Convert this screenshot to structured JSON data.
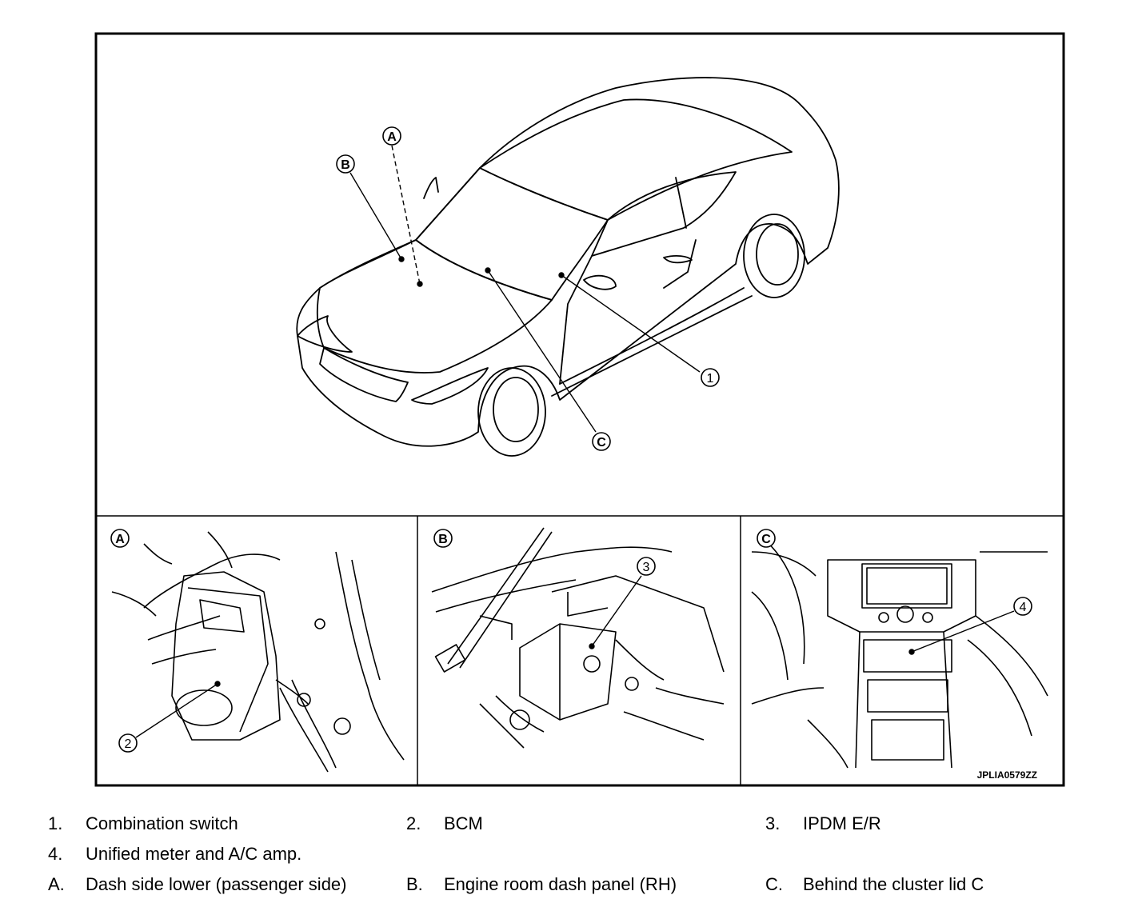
{
  "figure": {
    "callouts": {
      "main_A": "A",
      "main_B": "B",
      "main_C": "C",
      "main_1": "1",
      "panel_A_label": "A",
      "panel_B_label": "B",
      "panel_C_label": "C",
      "panel_A_part": "2",
      "panel_B_part": "3",
      "panel_C_part": "4"
    },
    "figure_code": "JPLIA0579ZZ"
  },
  "legend": {
    "items": [
      {
        "key": "1.",
        "text": "Combination switch"
      },
      {
        "key": "2.",
        "text": "BCM"
      },
      {
        "key": "3.",
        "text": "IPDM E/R"
      },
      {
        "key": "4.",
        "text": "Unified meter and A/C amp."
      },
      {
        "key": "A.",
        "text": "Dash side lower (passenger side)"
      },
      {
        "key": "B.",
        "text": "Engine room dash panel (RH)"
      },
      {
        "key": "C.",
        "text": "Behind the cluster lid C"
      }
    ]
  }
}
